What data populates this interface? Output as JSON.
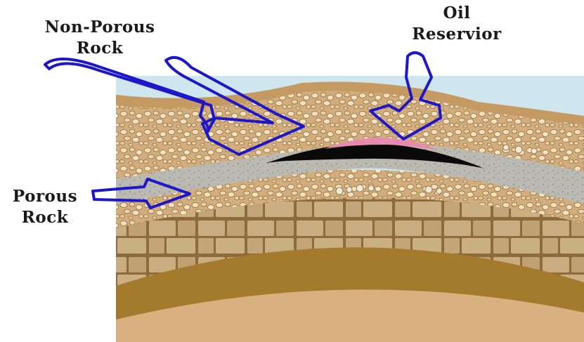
{
  "labels": {
    "non_porous": {
      "line1": "Non-Porous",
      "line2": "Rock"
    },
    "oil": {
      "line1": "Oil",
      "line2": "Reservior"
    },
    "porous": {
      "line1": "Porous",
      "line2": "Rock"
    }
  },
  "colors": {
    "sky": "#cfe6ee",
    "sand_layer": "#d7b384",
    "pebble": "#f3e3c3",
    "porous_rock": "#b9b8b1",
    "oil_black": "#0a0a0a",
    "gas_pink": "#e889b0",
    "stone_block": "#c4a77a",
    "dark_band": "#a47a2c",
    "bottom_sand": "#d9b07f",
    "arrow": "#1d17c9"
  }
}
